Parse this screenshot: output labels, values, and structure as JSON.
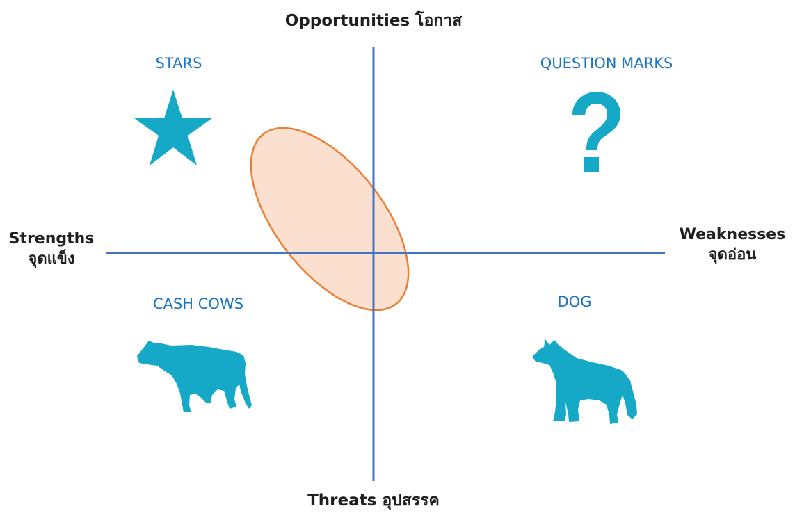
{
  "axes": {
    "top": "Opportunities โอกาส",
    "bottom": "Threats อุปสรรค",
    "left_line1": "Strengths",
    "left_line2": "จุดแข็ง",
    "right_line1": "Weaknesses",
    "right_line2": "จุดอ่อน"
  },
  "quadrants": {
    "top_left": {
      "label": "STARS",
      "icon": "star-icon"
    },
    "top_right": {
      "label": "QUESTION MARKS",
      "icon": "question-mark-icon"
    },
    "bottom_left": {
      "label": "CASH COWS",
      "icon": "cow-icon"
    },
    "bottom_right": {
      "label": "DOG",
      "icon": "dog-icon"
    }
  },
  "colors": {
    "axis_line": "#4472c4",
    "quadrant_label": "#1a74c1",
    "icon_fill": "#16a9c7",
    "ellipse_fill": "#fbe0d0",
    "ellipse_stroke": "#ed7d31"
  }
}
